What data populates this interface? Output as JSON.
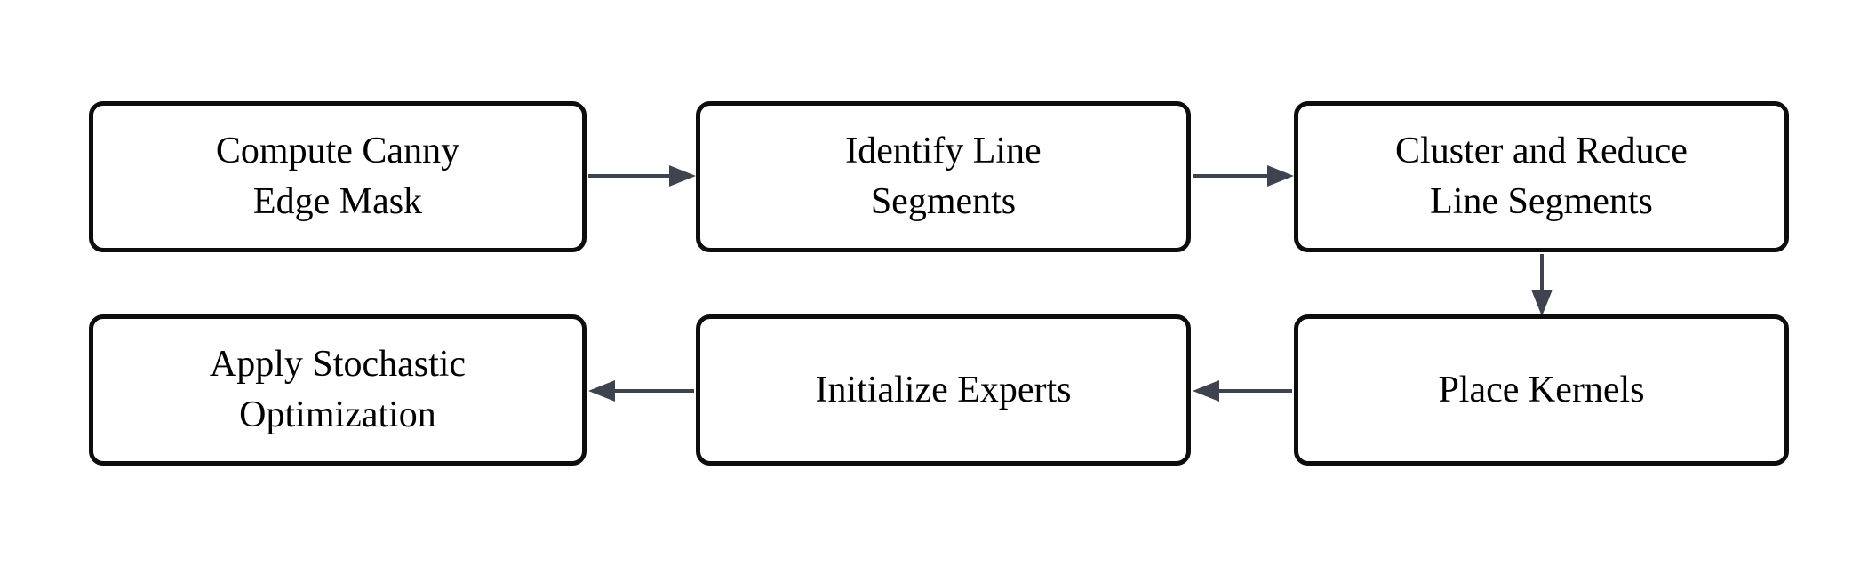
{
  "diagram": {
    "type": "flowchart",
    "background_color": "#ffffff",
    "node_fill_color": "#ffffff",
    "node_border_color": "#0d0d0d",
    "text_color": "#000000",
    "arrow_color": "#3d4450",
    "nodes": [
      {
        "id": "compute-canny-edge-mask",
        "label": "Compute Canny\nEdge Mask"
      },
      {
        "id": "identify-line-segments",
        "label": "Identify Line\nSegments"
      },
      {
        "id": "cluster-and-reduce-line-segments",
        "label": "Cluster and Reduce\nLine Segments"
      },
      {
        "id": "place-kernels",
        "label": "Place Kernels"
      },
      {
        "id": "initialize-experts",
        "label": "Initialize Experts"
      },
      {
        "id": "apply-stochastic-optimization",
        "label": "Apply Stochastic\nOptimization"
      }
    ],
    "edges": [
      {
        "from": "compute-canny-edge-mask",
        "to": "identify-line-segments",
        "direction": "right"
      },
      {
        "from": "identify-line-segments",
        "to": "cluster-and-reduce-line-segments",
        "direction": "right"
      },
      {
        "from": "cluster-and-reduce-line-segments",
        "to": "place-kernels",
        "direction": "down"
      },
      {
        "from": "place-kernels",
        "to": "initialize-experts",
        "direction": "left"
      },
      {
        "from": "initialize-experts",
        "to": "apply-stochastic-optimization",
        "direction": "left"
      }
    ]
  }
}
